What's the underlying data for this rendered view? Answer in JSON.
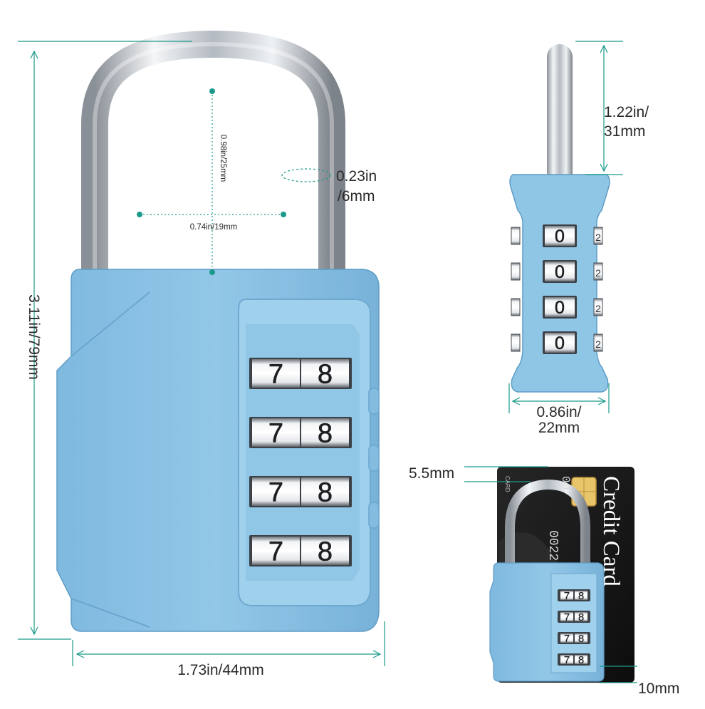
{
  "main_lock": {
    "height_label": "3.11in/79mm",
    "width_label": "1.73in/44mm",
    "shackle_inner_height_label": "0.98in/25mm",
    "shackle_inner_width_label": "0.74in/19mm",
    "shackle_diameter_label_line1": "0.23in",
    "shackle_diameter_label_line2": "/6mm",
    "dial_digits": [
      [
        "7",
        "8"
      ],
      [
        "7",
        "8"
      ],
      [
        "7",
        "8"
      ],
      [
        "7",
        "8"
      ]
    ]
  },
  "side_view": {
    "shackle_height_label_line1": "1.22in/",
    "shackle_height_label_line2": "31mm",
    "body_width_label_line1": "0.86in/",
    "body_width_label_line2": "22mm",
    "dial_digit": "0",
    "side_digit": "2"
  },
  "card_view": {
    "card_thickness_label": "5.5mm",
    "lock_thickness_label": "10mm",
    "card_text": "Credit Card",
    "card_number_fragment": "0022",
    "card_number_fragment_2": "00",
    "card_small_text": "CARD",
    "dial_digits": [
      [
        "7",
        "8"
      ],
      [
        "7",
        "8"
      ],
      [
        "7",
        "8"
      ],
      [
        "7",
        "8"
      ]
    ]
  },
  "colors": {
    "lock_blue": "#8ec4e4",
    "lock_blue_dark": "#6aa9d2",
    "measure_teal": "#1a9a8a",
    "chrome": "#c9ced3",
    "card_black": "#161616"
  }
}
